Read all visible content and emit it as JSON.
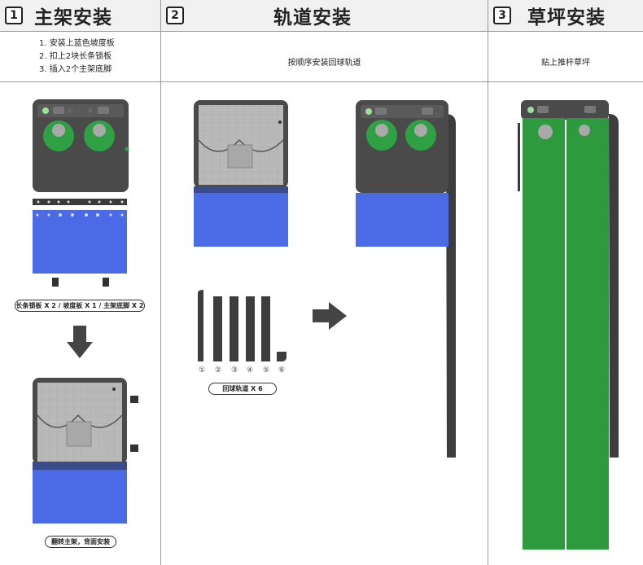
{
  "steps": [
    {
      "num": "1",
      "title": "主架安装"
    },
    {
      "num": "2",
      "title": "轨道安装"
    },
    {
      "num": "3",
      "title": "草坪安装"
    }
  ],
  "step1": {
    "instructions": [
      "1. 安装上蓝色坡度板",
      "2. 扣上2块长条锁板",
      "3. 插入2个主架底脚"
    ],
    "parts_label": "长条锁板 X 2  /  坡度板 X 1  /  主架底脚 X 2",
    "flip_label": "翻转主架，背面安装"
  },
  "step2": {
    "instruction": "按顺序安装回球轨道",
    "track_numbers": [
      "①",
      "②",
      "③",
      "④",
      "⑤",
      "⑥"
    ],
    "tracks_label": "回球轨道 X 6"
  },
  "step3": {
    "instruction": "贴上推杆草坪"
  },
  "colors": {
    "frame": "#4a4a4a",
    "blue_ramp": "#4a6ae6",
    "green_turf": "#2e9a3e",
    "green_cup": "#2fa043",
    "header_bg": "#f1f1f1"
  }
}
